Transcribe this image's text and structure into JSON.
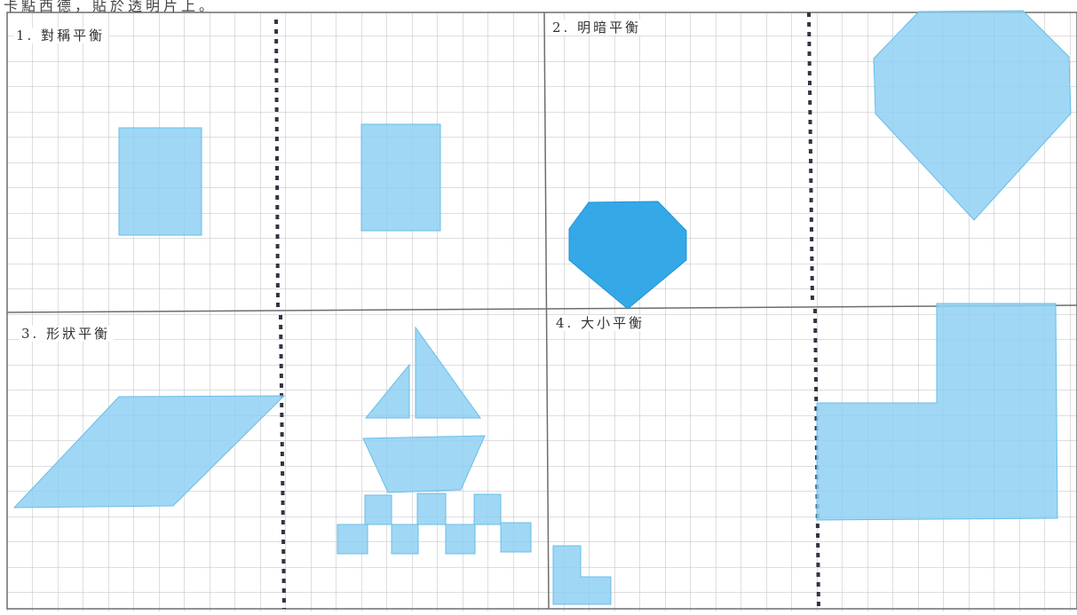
{
  "header": {
    "text": "卡點西德，貼於透明片上。"
  },
  "panels": [
    {
      "number": "1.",
      "title": "對稱平衡"
    },
    {
      "number": "2.",
      "title": "明暗平衡"
    },
    {
      "number": "3.",
      "title": "形狀平衡"
    },
    {
      "number": "4.",
      "title": "大小平衡"
    }
  ],
  "colors": {
    "paper": "#ffffff",
    "grid_line": "#bdbdbd",
    "panel_border": "#6d6d6d",
    "center_divider": "#333344",
    "light_blue": "#8fd0f2",
    "light_blue_edge": "#69bde8",
    "dark_blue": "#2aa3e6"
  }
}
